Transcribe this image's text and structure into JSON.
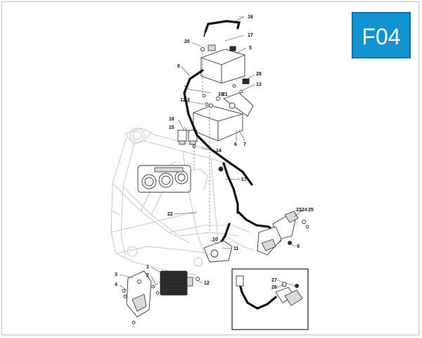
{
  "section_code": "F04",
  "callouts": [
    "16",
    "17",
    "5",
    "20",
    "8",
    "28",
    "13",
    "7",
    "19",
    "21",
    "12",
    "13",
    "6",
    "7",
    "18",
    "15",
    "14",
    "17",
    "22",
    "23",
    "24",
    "25",
    "10",
    "11",
    "9",
    "3",
    "1",
    "2",
    "4",
    "12",
    "27",
    "26"
  ]
}
